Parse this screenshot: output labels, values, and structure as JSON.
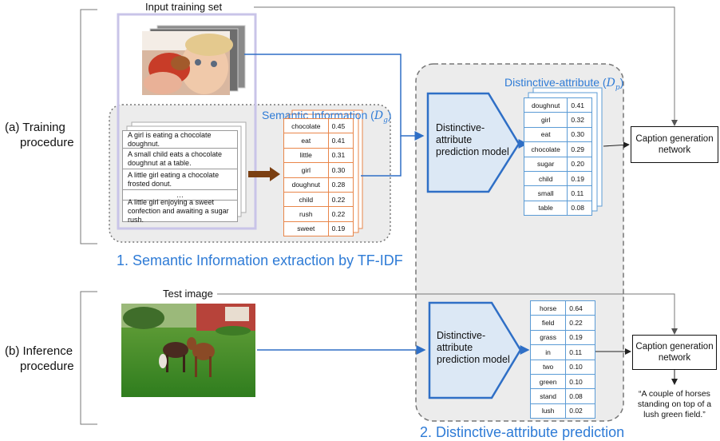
{
  "labels": {
    "input_training_set": "Input training set",
    "test_image": "Test image",
    "training_stage_1": "(a)  Training",
    "training_stage_2": "procedure",
    "inference_stage_1": "(b) Inference",
    "inference_stage_2": "procedure",
    "semantic_info_title": "Semantic Information (",
    "semantic_info_symbol": "D",
    "semantic_info_sub": "g",
    "semantic_info_close": ")",
    "distinctive_title": "Distinctive-attribute (",
    "distinctive_symbol": "D",
    "distinctive_sub": "p",
    "distinctive_close": ")",
    "extraction_title": "1. Semantic Information extraction by TF-IDF",
    "prediction_title": "2. Distinctive-attribute prediction",
    "model_label_train": [
      "Distinctive-",
      "attribute",
      "prediction model"
    ],
    "model_label_test": [
      "Distinctive-",
      "attribute",
      "prediction model"
    ],
    "caption_network_train": [
      "Caption generation",
      "network"
    ],
    "caption_network_test": [
      "Caption generation",
      "network"
    ],
    "generated_caption": [
      "“A couple of horses",
      "standing on top of a",
      "lush green field.”"
    ]
  },
  "captions": [
    "A girl is eating a chocolate doughnut.",
    "A small child eats a chocolate doughnut at a table.",
    "A little girl eating a chocolate frosted donut.",
    "…",
    "A little girl enjoying a sweet confection and awaiting a sugar rush."
  ],
  "semantic_table": [
    [
      "chocolate",
      "0.45"
    ],
    [
      "eat",
      "0.41"
    ],
    [
      "little",
      "0.31"
    ],
    [
      "girl",
      "0.30"
    ],
    [
      "doughnut",
      "0.28"
    ],
    [
      "child",
      "0.22"
    ],
    [
      "rush",
      "0.22"
    ],
    [
      "sweet",
      "0.19"
    ]
  ],
  "train_attr_table": [
    [
      "doughnut",
      "0.41"
    ],
    [
      "girl",
      "0.32"
    ],
    [
      "eat",
      "0.30"
    ],
    [
      "chocolate",
      "0.29"
    ],
    [
      "sugar",
      "0.20"
    ],
    [
      "child",
      "0.19"
    ],
    [
      "small",
      "0.11"
    ],
    [
      "table",
      "0.08"
    ]
  ],
  "test_attr_table": [
    [
      "horse",
      "0.64"
    ],
    [
      "field",
      "0.22"
    ],
    [
      "grass",
      "0.19"
    ],
    [
      "in",
      "0.11"
    ],
    [
      "two",
      "0.10"
    ],
    [
      "green",
      "0.10"
    ],
    [
      "stand",
      "0.08"
    ],
    [
      "lush",
      "0.02"
    ]
  ],
  "colors": {
    "accent_blue": "#2e7bd6",
    "line_blue": "#2f6fc6",
    "orange": "#e9864a",
    "model_fill": "#dce8f5",
    "model_stroke": "#2f6fc6",
    "region_fill": "#ececec"
  }
}
